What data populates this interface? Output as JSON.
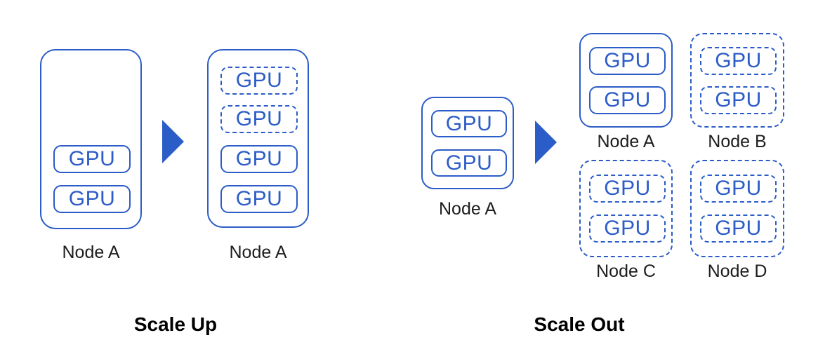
{
  "diagram": {
    "accent_color": "#2b5cc7",
    "arrow_color": "#2a5dc8",
    "scale_up": {
      "title": "Scale Up",
      "before_node": {
        "label": "Node A",
        "gpus": [
          "GPU",
          "GPU"
        ]
      },
      "after_node": {
        "label": "Node A",
        "gpus": [
          {
            "label": "GPU",
            "state": "added"
          },
          {
            "label": "GPU",
            "state": "added"
          },
          {
            "label": "GPU",
            "state": "existing"
          },
          {
            "label": "GPU",
            "state": "existing"
          }
        ]
      }
    },
    "scale_out": {
      "title": "Scale Out",
      "before_node": {
        "label": "Node A",
        "gpus": [
          "GPU",
          "GPU"
        ]
      },
      "after_nodes": [
        {
          "label": "Node A",
          "state": "existing",
          "gpus": [
            "GPU",
            "GPU"
          ]
        },
        {
          "label": "Node B",
          "state": "added",
          "gpus": [
            "GPU",
            "GPU"
          ]
        },
        {
          "label": "Node C",
          "state": "added",
          "gpus": [
            "GPU",
            "GPU"
          ]
        },
        {
          "label": "Node D",
          "state": "added",
          "gpus": [
            "GPU",
            "GPU"
          ]
        }
      ]
    }
  }
}
